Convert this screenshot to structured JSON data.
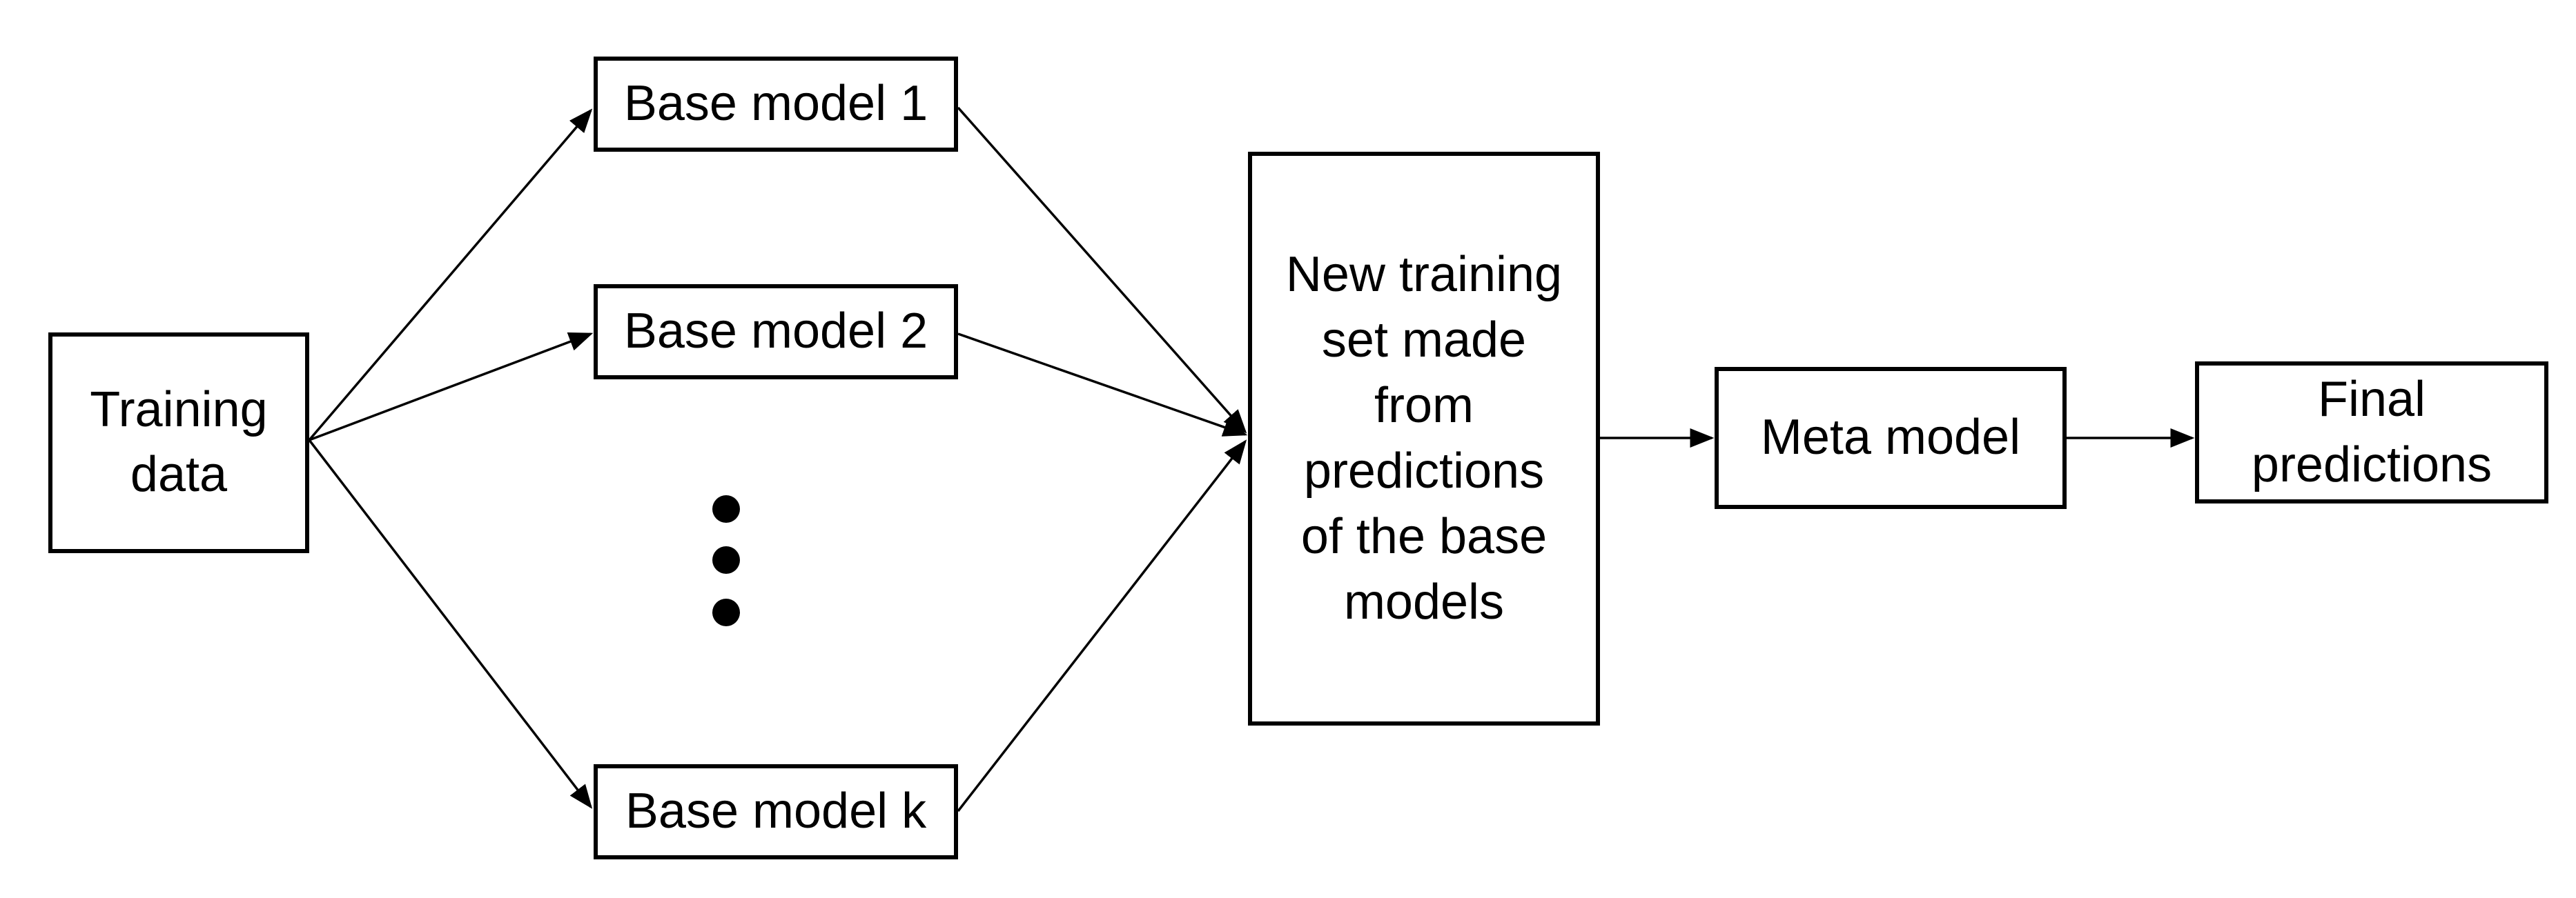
{
  "diagram": {
    "nodes": {
      "training_data": "Training\ndata",
      "base_model_1": "Base model 1",
      "base_model_2": "Base model 2",
      "base_model_k": "Base model k",
      "new_training_set": "New training\nset made\nfrom\npredictions\nof the base\nmodels",
      "meta_model": "Meta model",
      "final_predictions": "Final\npredictions"
    },
    "edges": [
      {
        "from": "training_data",
        "to": "base_model_1"
      },
      {
        "from": "training_data",
        "to": "base_model_2"
      },
      {
        "from": "training_data",
        "to": "base_model_k"
      },
      {
        "from": "base_model_1",
        "to": "new_training_set"
      },
      {
        "from": "base_model_2",
        "to": "new_training_set"
      },
      {
        "from": "base_model_k",
        "to": "new_training_set"
      },
      {
        "from": "new_training_set",
        "to": "meta_model"
      },
      {
        "from": "meta_model",
        "to": "final_predictions"
      }
    ],
    "ellipsis_between": [
      "base_model_2",
      "base_model_k"
    ],
    "colors": {
      "stroke": "#000000",
      "fill": "#ffffff",
      "text": "#000000"
    }
  }
}
